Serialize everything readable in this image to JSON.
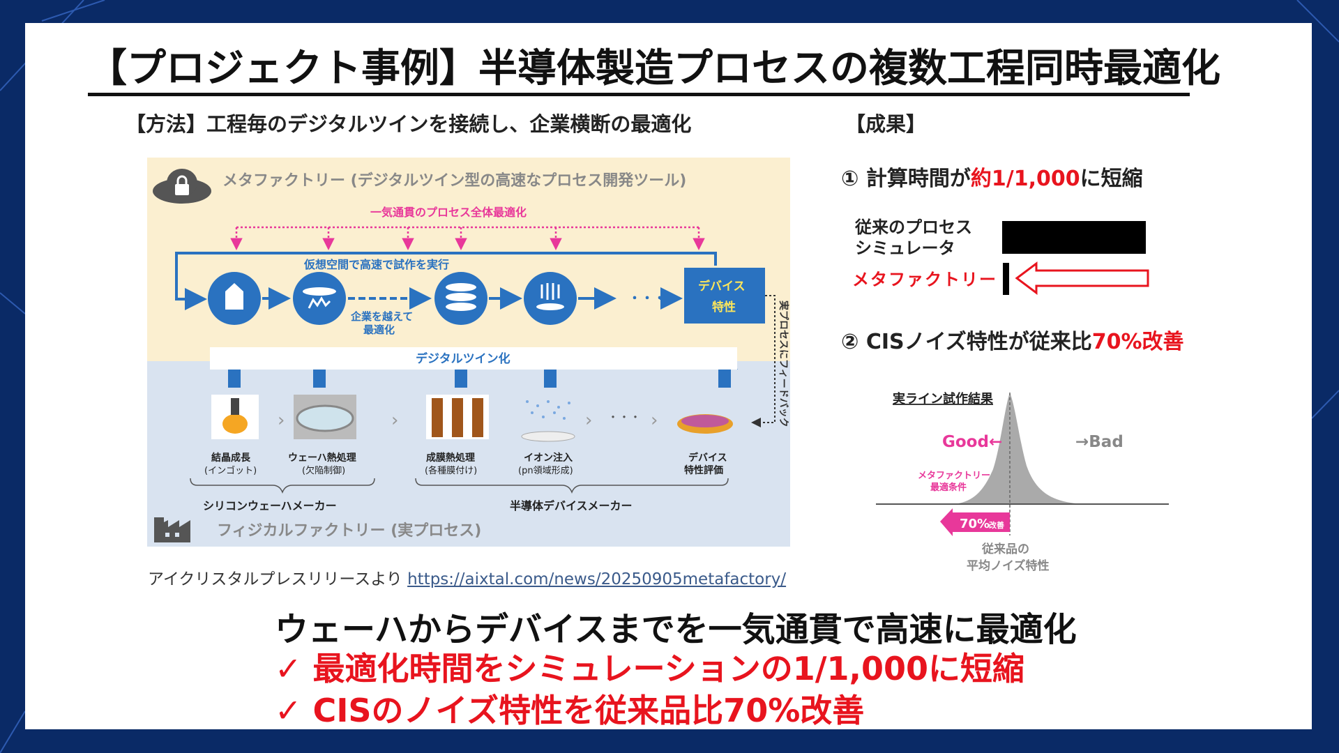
{
  "title": "【プロジェクト事例】半導体製造プロセスの複数工程同時最適化",
  "method_heading": "【方法】工程毎のデジタルツインを接続し、企業横断の最適化",
  "result_heading": "【成果】",
  "diagram": {
    "meta_factory": "メタファクトリー (デジタルツイン型の高速なプロセス開発ツール)",
    "overall_opt": "一気通貫のプロセス全体最適化",
    "virtual_trial": "仮想空間で高速で試作を実行",
    "cross_company": [
      "企業を越えて",
      "最適化"
    ],
    "device_char": [
      "デバイス",
      "特性"
    ],
    "digital_twin": "デジタルツイン化",
    "feedback": "実プロセスにフィードバック",
    "dots": "・・・",
    "steps": [
      {
        "name": "結晶成長",
        "sub": "(インゴット)"
      },
      {
        "name": "ウェーハ熱処理",
        "sub": "(欠陥制御)"
      },
      {
        "name": "成膜熱処理",
        "sub": "(各種膜付け)"
      },
      {
        "name": "イオン注入",
        "sub": "(pn領域形成)"
      },
      {
        "name": "デバイス",
        "sub": "特性評価"
      }
    ],
    "silicon_maker": "シリコンウェーハメーカー",
    "device_maker": "半導体デバイスメーカー",
    "physical_factory": "フィジカルファクトリー (実プロセス)"
  },
  "source": {
    "prefix": "アイクリスタルプレスリリースより",
    "url": "https://aixtal.com/news/20250905metafactory/"
  },
  "results": {
    "r1_prefix": "① 計算時間が",
    "r1_highlight": "約1/1,000",
    "r1_suffix": "に短縮",
    "conventional_label_1": "従来のプロセス",
    "conventional_label_2": "シミュレータ",
    "meta_label": "メタファクトリー",
    "r2_prefix": "② CISノイズ特性が従来比",
    "r2_highlight": "70%改善",
    "chart": {
      "title": "実ライン試作結果",
      "good": "Good←",
      "bad": "→Bad",
      "meta_cond": [
        "メタファクトリー",
        "最適条件"
      ],
      "improve": "70%",
      "improve_suffix": "改善",
      "avg": [
        "従来品の",
        "平均ノイズ特性"
      ]
    }
  },
  "summary": {
    "main": "ウェーハからデバイスまでを一気通貫で高速に最適化",
    "items": [
      "✓ 最適化時間をシミュレーションの1/1,000に短縮",
      "✓ CISのノイズ特性を従来品比70%改善"
    ]
  },
  "colors": {
    "accent_red": "#e8141e",
    "navy": "#0a2a66",
    "diagram_blue": "#2a72c0",
    "pink": "#e8389a"
  }
}
